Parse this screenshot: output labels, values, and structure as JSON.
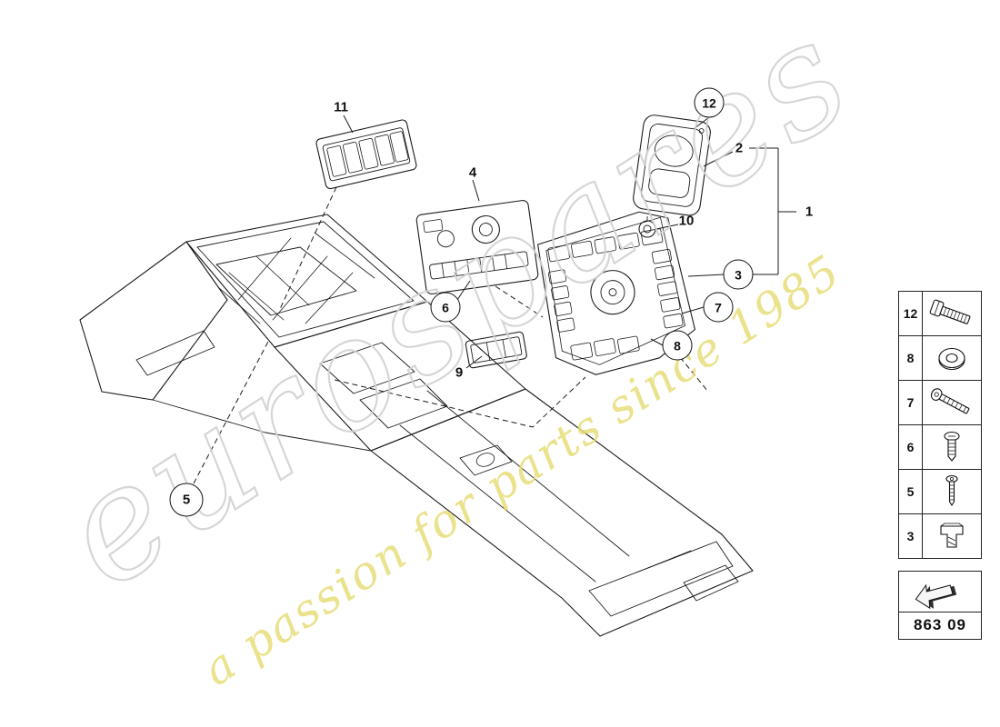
{
  "watermark": {
    "brand": "eurospares",
    "tagline": "a passion for parts since 1985"
  },
  "diagram": {
    "callouts": [
      {
        "label": "11"
      },
      {
        "label": "4"
      },
      {
        "label": "12"
      },
      {
        "label": "2"
      },
      {
        "label": "1"
      },
      {
        "label": "10"
      },
      {
        "label": "3"
      },
      {
        "label": "7"
      },
      {
        "label": "8"
      },
      {
        "label": "6"
      },
      {
        "label": "9"
      },
      {
        "label": "5"
      }
    ]
  },
  "legend": {
    "rows": [
      {
        "number": "12",
        "icon": "bolt-icon"
      },
      {
        "number": "8",
        "icon": "washer-icon"
      },
      {
        "number": "7",
        "icon": "screw-long-icon"
      },
      {
        "number": "6",
        "icon": "screw-short-icon"
      },
      {
        "number": "5",
        "icon": "screw-pan-icon"
      },
      {
        "number": "3",
        "icon": "clip-icon"
      }
    ]
  },
  "footer": {
    "part_code": "863 09",
    "icon": "direction-arrow-icon"
  },
  "colors": {
    "line": "#1b1b1b",
    "watermark_gray": "#d2d2d2",
    "watermark_yellow": "#e7dd78"
  }
}
